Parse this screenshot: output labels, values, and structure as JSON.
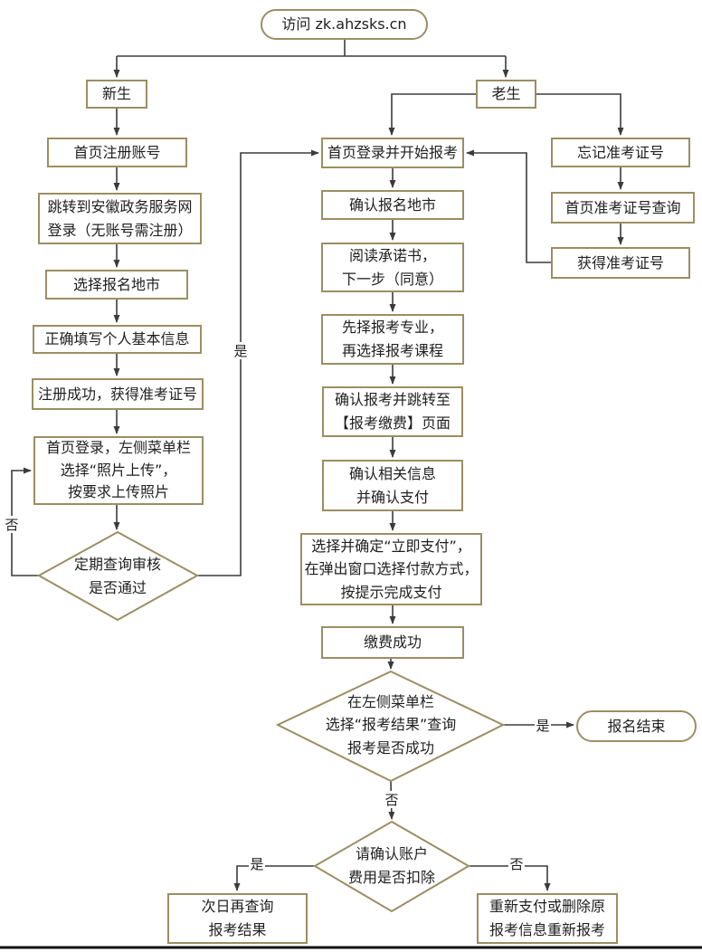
{
  "diagram": {
    "nodes": {
      "visit": "访问 zk.ahzsks.cn",
      "new_student": "新生",
      "register_account": "首页注册账号",
      "jump_gov": "跳转到安徽政务服务网\n登录（无账号需注册）",
      "select_city": "选择报名地市",
      "fill_info": "正确填写个人基本信息",
      "register_success": "注册成功，获得准考证号",
      "upload_photo": "首页登录，左侧菜单栏\n选择“照片上传”，\n按要求上传照片",
      "audit_check": "定期查询审核\n是否通过",
      "old_student": "老生",
      "forgot_ticket": "忘记准考证号",
      "ticket_query": "首页准考证号查询",
      "get_ticket": "获得准考证号",
      "login_start": "首页登录并开始报考",
      "confirm_city": "确认报名地市",
      "read_promise": "阅读承诺书，\n下一步（同意）",
      "choose_major": "先择报考专业，\n再选择报考课程",
      "confirm_pay_jump": "确认报考并跳转至\n【报考缴费】页面",
      "confirm_info": "确认相关信息\n并确认支付",
      "pay_now": "选择并确定“立即支付”，\n在弹出窗口选择付款方式，\n按提示完成支付",
      "pay_success": "缴费成功",
      "result_check": "在左侧菜单栏\n选择“报考结果”查询\n报考是否成功",
      "finish": "报名结束",
      "account_check": "请确认账户\n费用是否扣除",
      "query_next_day": "次日再查询\n报考结果",
      "repay": "重新支付或删除原\n报考信息重新报考"
    },
    "edge_labels": {
      "audit_no": "否",
      "audit_yes": "是",
      "result_yes": "是",
      "result_no": "否",
      "account_yes": "是",
      "account_no": "否"
    },
    "colors": {
      "node_border": "#9c8e63",
      "connector": "#3b3b3b",
      "text": "#1f1f1f",
      "bottom_rule": "#111111"
    }
  }
}
